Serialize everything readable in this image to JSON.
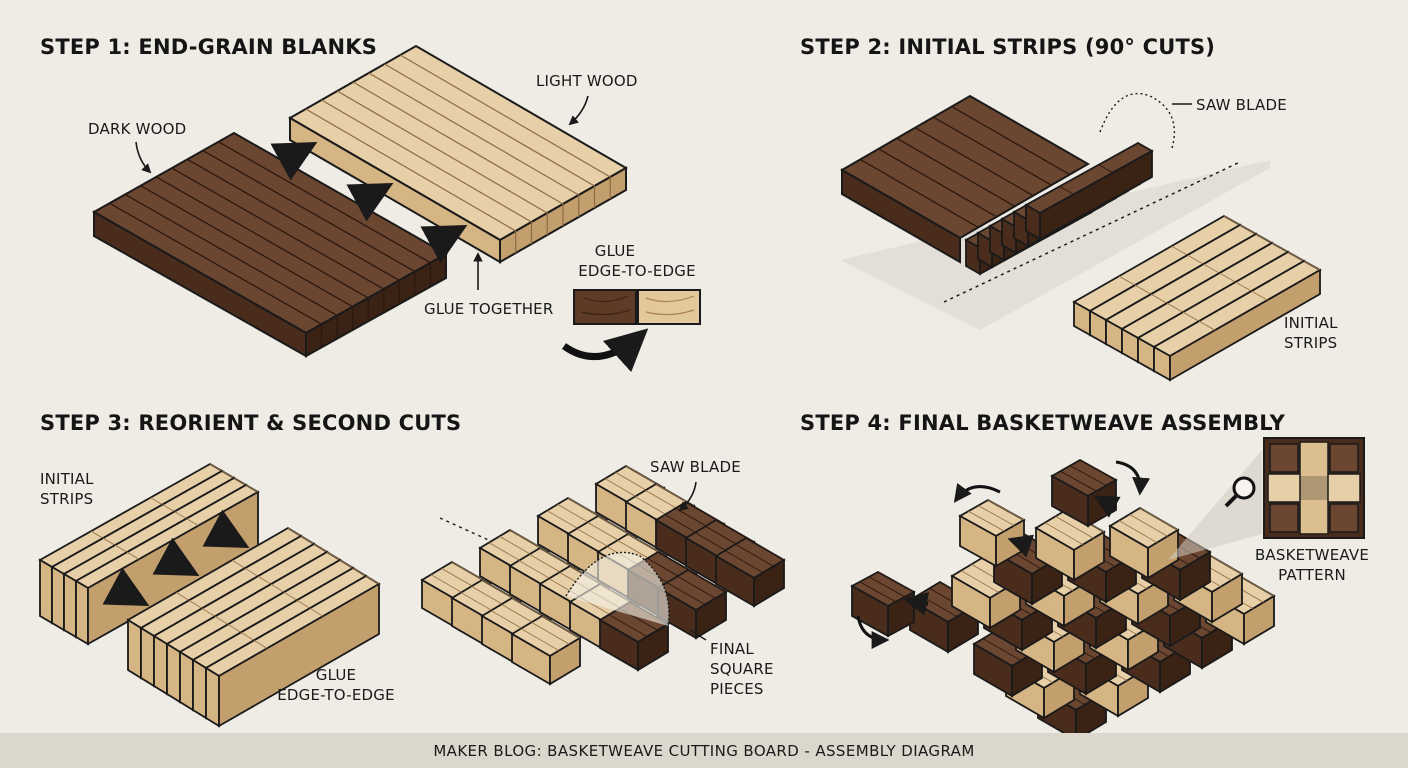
{
  "colors": {
    "background": "#efece6",
    "dark_wood_top": "#6b4631",
    "dark_wood_front": "#4a2c1c",
    "dark_wood_side": "#3a2215",
    "light_wood_top": "#e7cfa8",
    "light_wood_front": "#d6b585",
    "light_wood_side": "#c49f6e",
    "outline": "#1a1a1a",
    "footer_bg": "#dcd7cc"
  },
  "steps": [
    {
      "title": "STEP 1: END-GRAIN BLANKS",
      "labels": {
        "dark_wood": "DARK WOOD",
        "light_wood": "LIGHT WOOD",
        "glue_together": "GLUE TOGETHER",
        "glue_edge_1": "GLUE",
        "glue_edge_2": "EDGE-TO-EDGE"
      }
    },
    {
      "title": "STEP 2: INITIAL STRIPS (90° CUTS)",
      "labels": {
        "saw_blade": "SAW BLADE",
        "initial_1": "INITIAL",
        "initial_2": "STRIPS"
      }
    },
    {
      "title": "STEP 3: REORIENT & SECOND CUTS",
      "labels": {
        "initial_1": "INITIAL",
        "initial_2": "STRIPS",
        "glue_1": "GLUE",
        "glue_2": "EDGE-TO-EDGE",
        "saw_blade": "SAW BLADE",
        "final_1": "FINAL",
        "final_2": "SQUARE",
        "final_3": "PIECES"
      }
    },
    {
      "title": "STEP 4: FINAL BASKETWEAVE ASSEMBLY",
      "labels": {
        "pattern_1": "BASKETWEAVE",
        "pattern_2": "PATTERN"
      }
    }
  ],
  "icons": [
    "arrow-icon",
    "curved-arrow-icon",
    "saw-blade-icon",
    "magnifier-icon"
  ],
  "footer": {
    "caption": "MAKER BLOG: BASKETWEAVE CUTTING BOARD - ASSEMBLY DIAGRAM"
  }
}
